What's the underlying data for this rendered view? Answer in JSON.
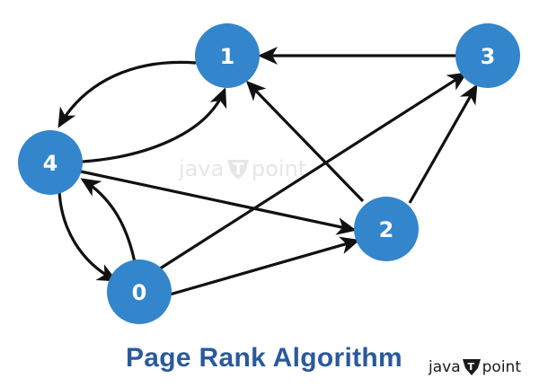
{
  "diagram": {
    "nodes": [
      {
        "id": "0",
        "label": "0"
      },
      {
        "id": "1",
        "label": "1"
      },
      {
        "id": "2",
        "label": "2"
      },
      {
        "id": "3",
        "label": "3"
      },
      {
        "id": "4",
        "label": "4"
      }
    ],
    "edges": [
      {
        "from": "3",
        "to": "1"
      },
      {
        "from": "1",
        "to": "4"
      },
      {
        "from": "4",
        "to": "1"
      },
      {
        "from": "2",
        "to": "1"
      },
      {
        "from": "2",
        "to": "3"
      },
      {
        "from": "0",
        "to": "3"
      },
      {
        "from": "0",
        "to": "2"
      },
      {
        "from": "4",
        "to": "2"
      },
      {
        "from": "4",
        "to": "0"
      },
      {
        "from": "0",
        "to": "4"
      }
    ],
    "colors": {
      "node_fill": "#3385cc",
      "node_text": "#ffffff",
      "edge": "#111111",
      "title": "#2a5a9c"
    }
  },
  "title": "Page Rank Algorithm",
  "watermark": {
    "text_before": "java",
    "text_after": "point",
    "badge_letter": "T"
  },
  "logo": {
    "text_before": "java",
    "text_after": "point",
    "badge_letter": "T"
  }
}
